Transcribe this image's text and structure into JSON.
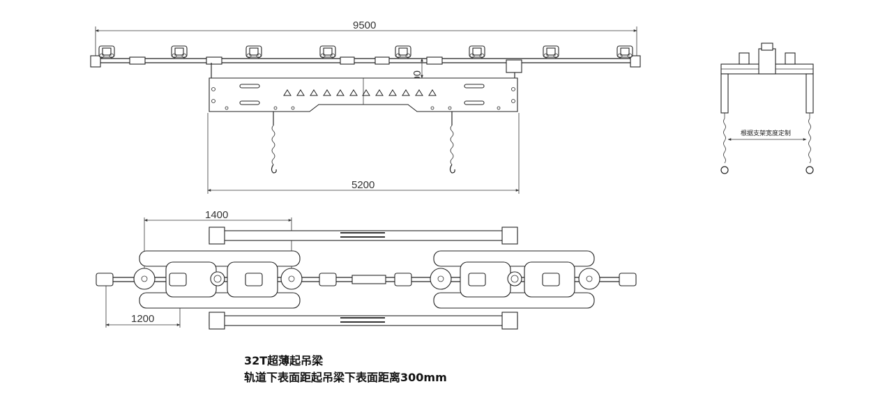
{
  "dimensions": {
    "overall_length": "9500",
    "beam_length": "5200",
    "height": "300",
    "spacing_a": "1400",
    "spacing_b": "1200"
  },
  "side_view_note": "根据支架宽度定制",
  "caption": {
    "line1": "32T超薄起吊梁",
    "line2": "轨道下表面距起吊梁下表面距离300mm"
  }
}
